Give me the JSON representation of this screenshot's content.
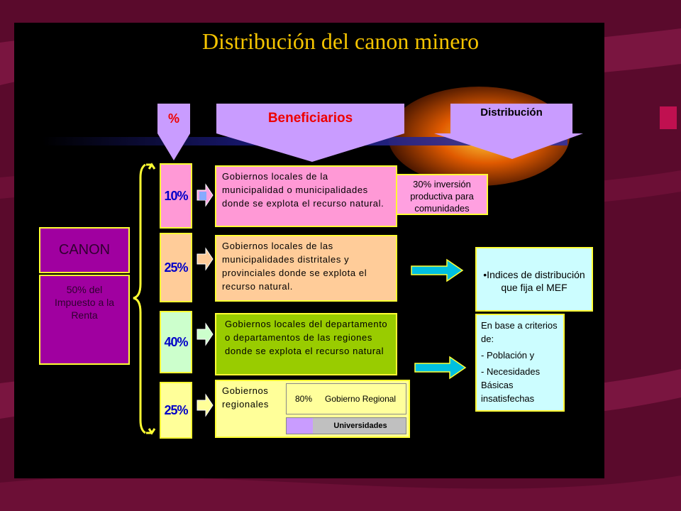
{
  "title": "Distribución del canon minero",
  "headers": {
    "percent": "%",
    "beneficiaries": "Beneficiarios",
    "distribution": "Distribución"
  },
  "canon": {
    "label": "CANON",
    "sub": "50% del Impuesto a la Renta"
  },
  "rows": [
    {
      "percent": "10%",
      "text": "Gobiernos locales de la municipalidad o municipalidades donde se explota el recurso natural.",
      "fill": "#ff99d6"
    },
    {
      "percent": "25%",
      "text": "Gobiernos locales de las municipalidades distritales y provinciales donde se explota el recurso natural.",
      "fill": "#ffcc99"
    },
    {
      "percent": "40%",
      "text": "Gobiernos locales del departamento o departamentos de las regiones donde se explota el recurso natural",
      "fill": "#99cc00"
    },
    {
      "percent": "25%",
      "text": "Gobiernos regionales",
      "fill": "#ffff99"
    }
  ],
  "regional": {
    "pct80": "80%",
    "gob_regional": "Gobierno Regional",
    "universidades": "Universidades"
  },
  "distribution": {
    "inversion": "30% inversión productiva para comunidades",
    "indices": "•Indices de distribución que fija el MEF",
    "criterios_title": "En base a criterios de:",
    "criterio1": "- Población y",
    "criterio2": "- Necesidades Básicas insatisfechas"
  },
  "colors": {
    "title": "#f5c400",
    "header": "#c99cff",
    "canon": "#a000a0",
    "percent_text": "#0000c8",
    "outline": "#ffff33",
    "arrow": "#00c0e0"
  }
}
